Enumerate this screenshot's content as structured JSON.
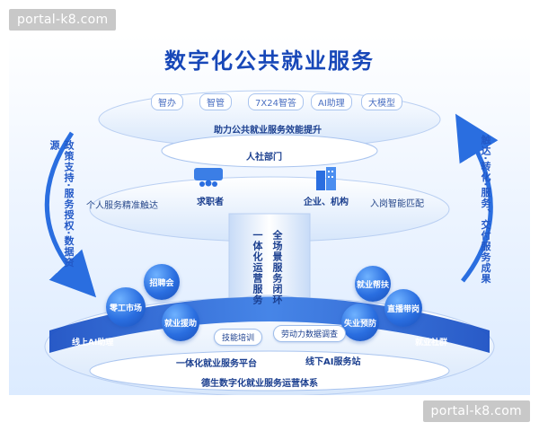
{
  "watermark": "portal-k8.com",
  "title": "数字化公共就业服务",
  "top_capabilities": [
    "智办",
    "智管",
    "7X24智答",
    "AI助理",
    "大模型"
  ],
  "top_tagline": "助力公共就业服务效能提升",
  "hub_label": "人社部门",
  "job_seeker_label": "求职者",
  "enterprise_label": "企业、机构",
  "left_flow": "个人服务精准触达",
  "right_flow": "入岗智能匹配",
  "left_arc_text": "政策支持·服务授权·数据资源",
  "right_arc_text": "触达·转化·服务、交付服务成果",
  "center_col1": "一体化运营服务",
  "center_col2": "全场景服务闭环",
  "services": [
    "招聘会",
    "零工市场",
    "就业援助",
    "技能培训",
    "劳动力数据调查",
    "就业帮扶",
    "直播带岗",
    "失业预防"
  ],
  "ring_labels": [
    "线上AI助理",
    "就业社群"
  ],
  "base_labels": [
    "一体化就业服务平台",
    "线下AI服务站"
  ],
  "footer": "德生数字化就业服务运营体系",
  "colors": {
    "title": "#1747b8",
    "accent": "#2a6ee0",
    "ring": "#2c63d6"
  }
}
